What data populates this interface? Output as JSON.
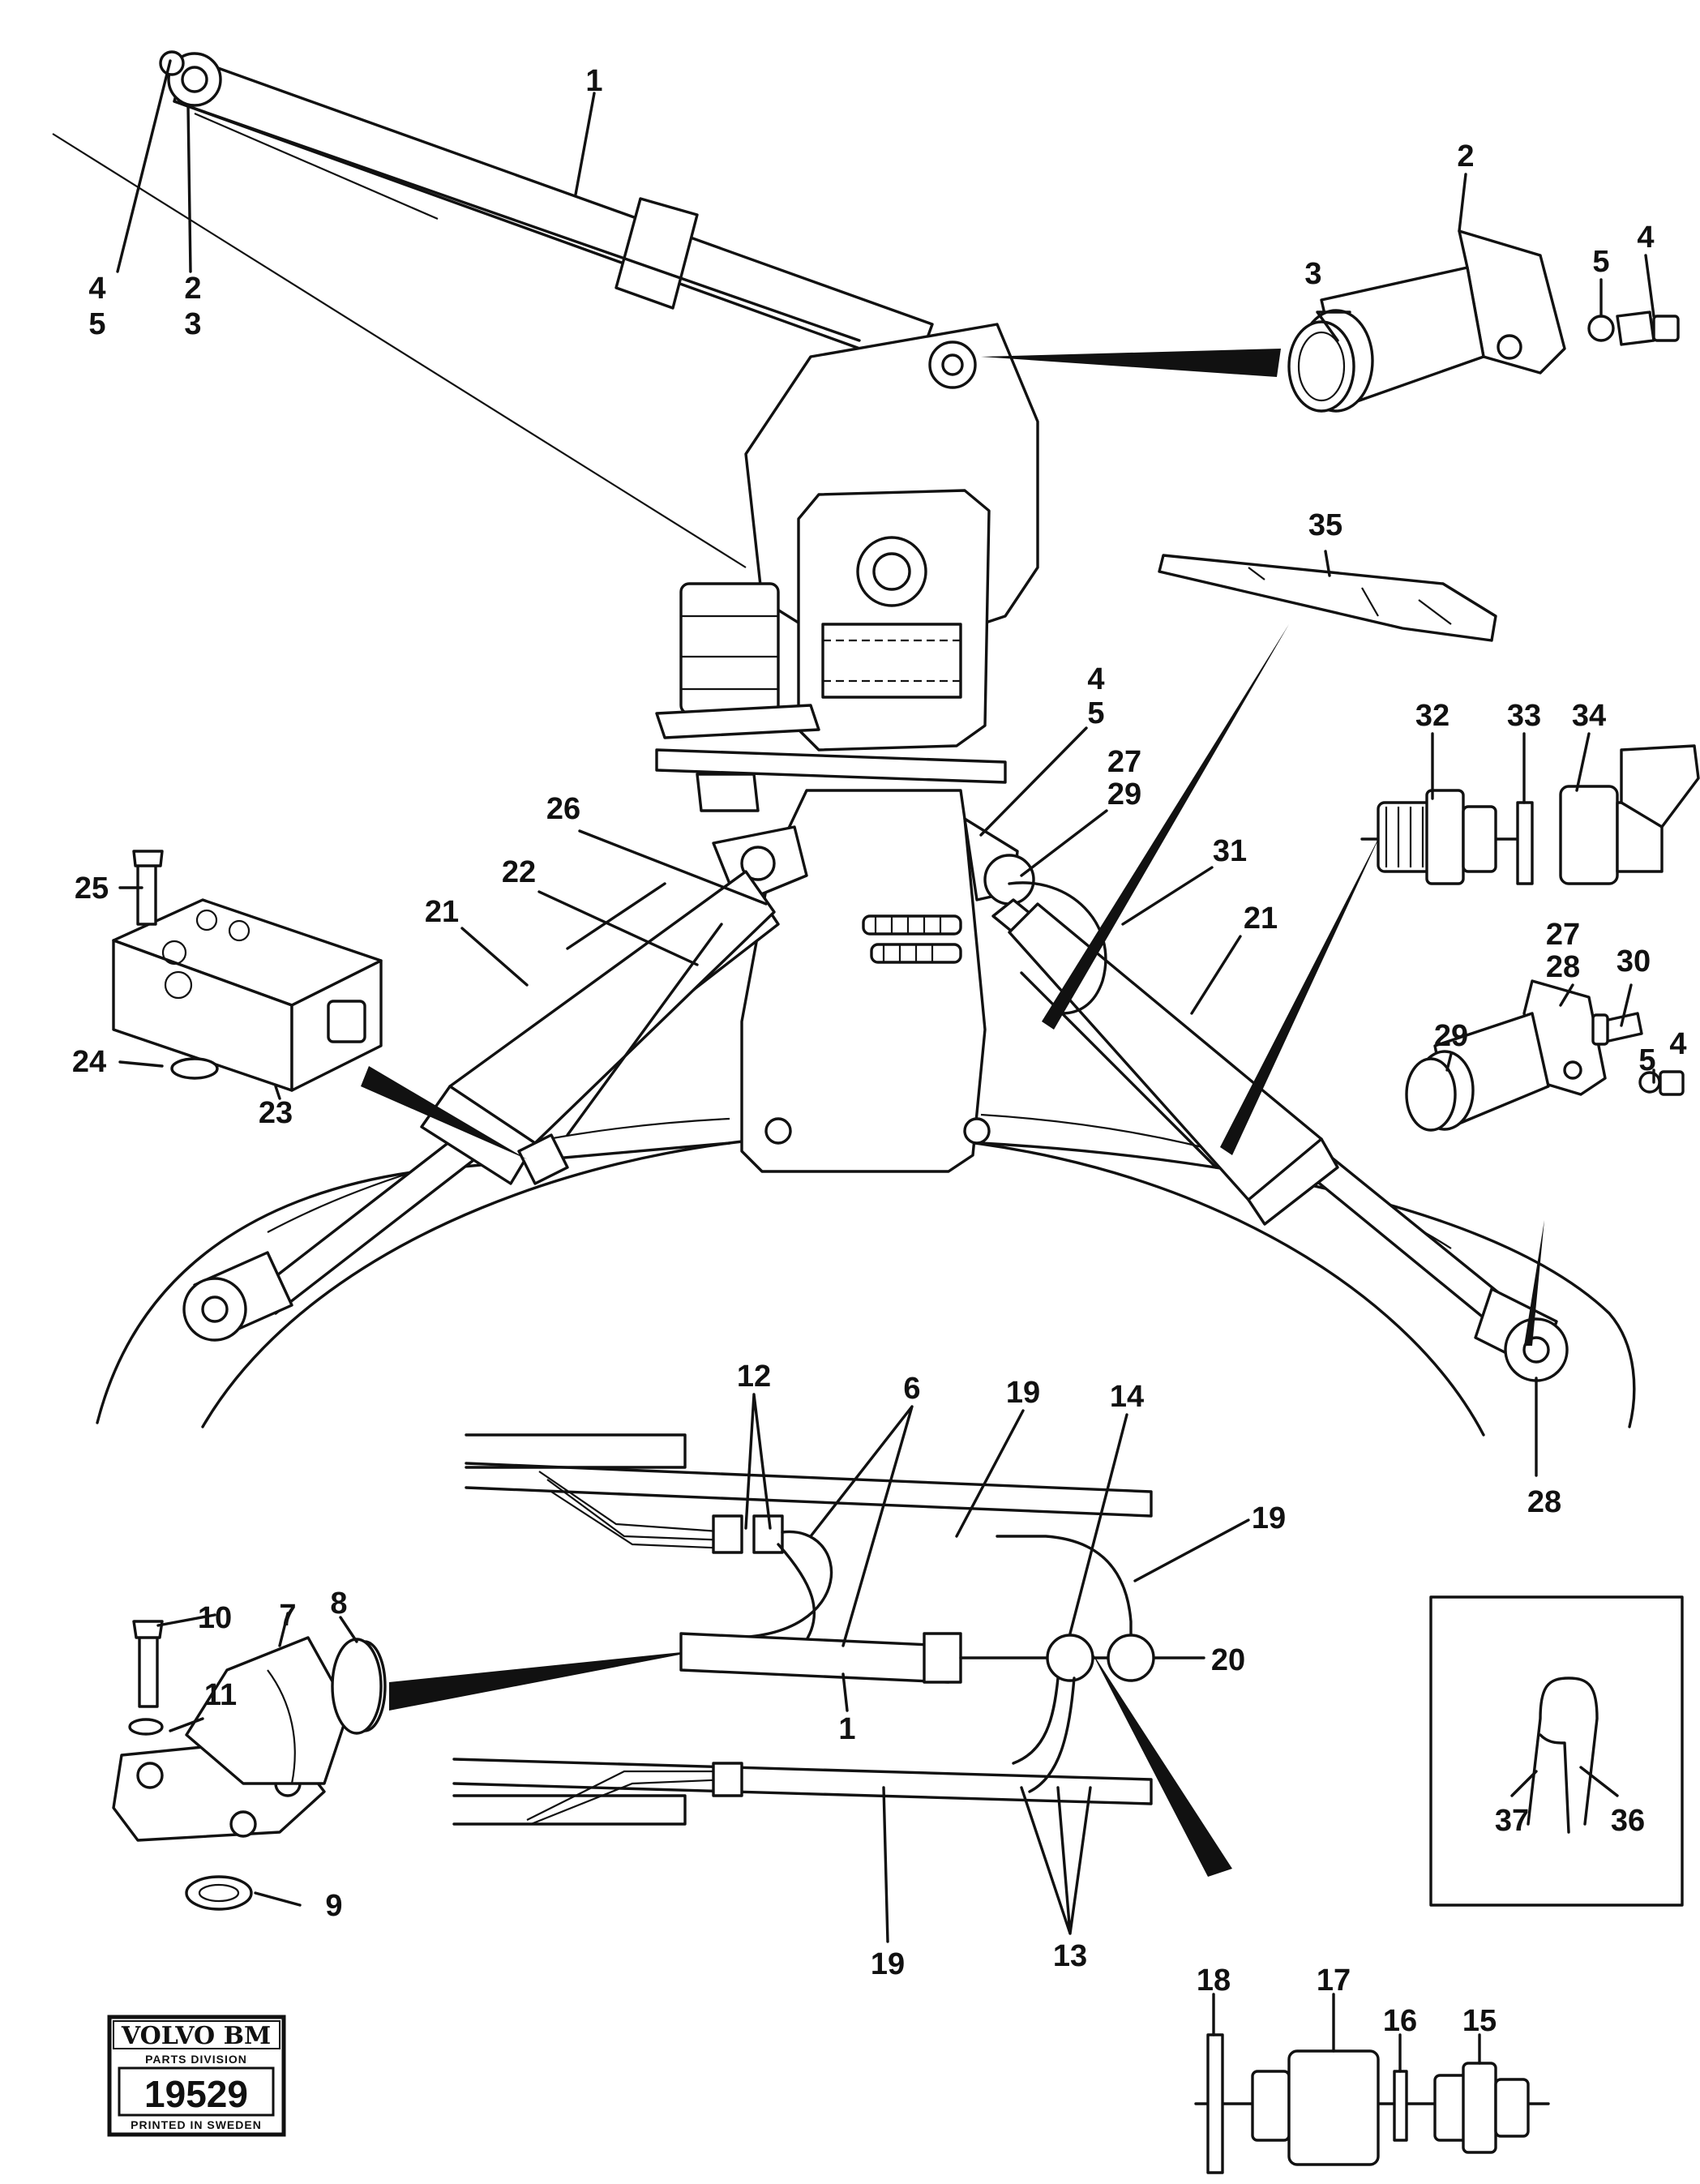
{
  "diagram": {
    "callouts": {
      "top_left_1": "1",
      "top_left_2": "2",
      "top_left_3": "3",
      "top_left_4": "4",
      "top_left_5": "5",
      "right_2": "2",
      "right_3": "3",
      "right_4": "4",
      "right_5": "5",
      "p35": "35",
      "center_4": "4",
      "center_5": "5",
      "center_27": "27",
      "center_29": "29",
      "p31": "31",
      "p26": "26",
      "p22": "22",
      "left_21": "21",
      "right_21": "21",
      "p25": "25",
      "p24": "24",
      "p23": "23",
      "p32": "32",
      "p33": "33",
      "p34": "34",
      "right_27": "27",
      "right_28": "28",
      "p30": "30",
      "right_29": "29",
      "far_right_4": "4",
      "far_right_5": "5",
      "bottom_28": "28",
      "p12": "12",
      "p6": "6",
      "upper_19": "19",
      "p14": "14",
      "side_19": "19",
      "p10": "10",
      "p7": "7",
      "p8": "8",
      "p11": "11",
      "p9": "9",
      "p20": "20",
      "hose_1": "1",
      "p13": "13",
      "lower_19": "19",
      "p37": "37",
      "p36": "36",
      "p18": "18",
      "p17": "17",
      "p16": "16",
      "p15": "15"
    },
    "stamp": {
      "brand": "VOLVO BM",
      "division": "PARTS DIVISION",
      "number": "19529",
      "printed": "PRINTED IN SWEDEN"
    }
  }
}
